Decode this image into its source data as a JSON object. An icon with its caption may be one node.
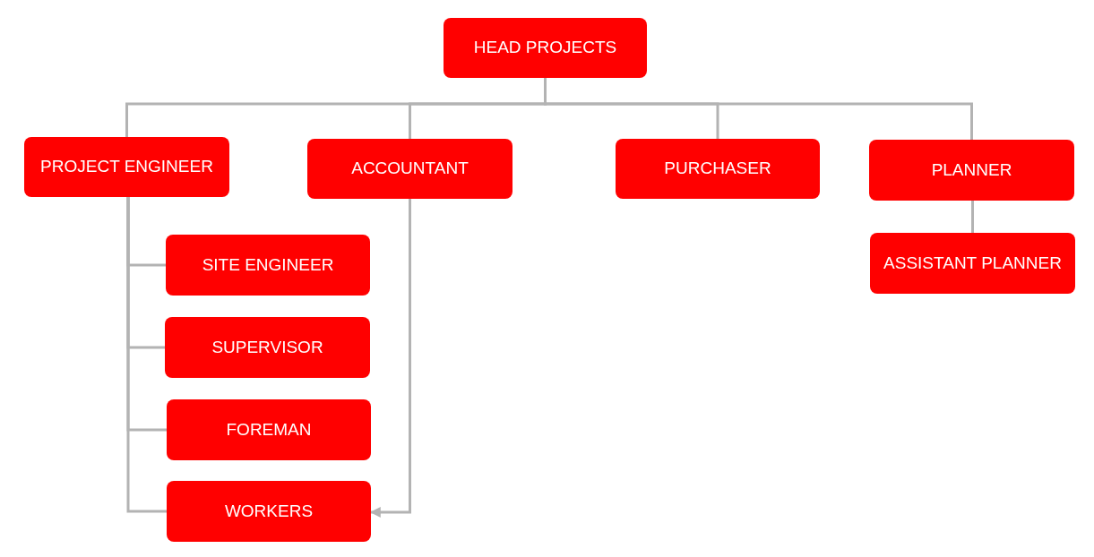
{
  "diagram": {
    "nodes": [
      {
        "text": [
          "HEAD PROJECTS"
        ]
      },
      {
        "text": [
          "PROJECT ENGINEER"
        ]
      },
      {
        "text": [
          "ACCOUNTANT"
        ]
      },
      {
        "text": [
          "PURCHASER"
        ]
      },
      {
        "text": [
          "PLANNER"
        ]
      },
      {
        "text": [
          "SITE ENGINEER"
        ]
      },
      {
        "text": [
          "SUPERVISOR"
        ]
      },
      {
        "text": [
          "FOREMAN"
        ]
      },
      {
        "text": [
          "WORKERS"
        ]
      },
      {
        "text": [
          "ASSISTANT PLANNER"
        ]
      }
    ],
    "edges": [
      {
        "from": 0,
        "to": 1,
        "arrow": "none"
      },
      {
        "from": 0,
        "to": 2,
        "arrow": "none"
      },
      {
        "from": 0,
        "to": 3,
        "arrow": "none"
      },
      {
        "from": 0,
        "to": 4,
        "arrow": "none"
      },
      {
        "from": 1,
        "to": 5,
        "arrow": "none"
      },
      {
        "from": 1,
        "to": 6,
        "arrow": "none"
      },
      {
        "from": 1,
        "to": 7,
        "arrow": "none"
      },
      {
        "from": 1,
        "to": 8,
        "arrow": "none"
      },
      {
        "from": 2,
        "to": 8,
        "arrow": "to"
      },
      {
        "from": 4,
        "to": 9,
        "arrow": "none"
      }
    ]
  }
}
